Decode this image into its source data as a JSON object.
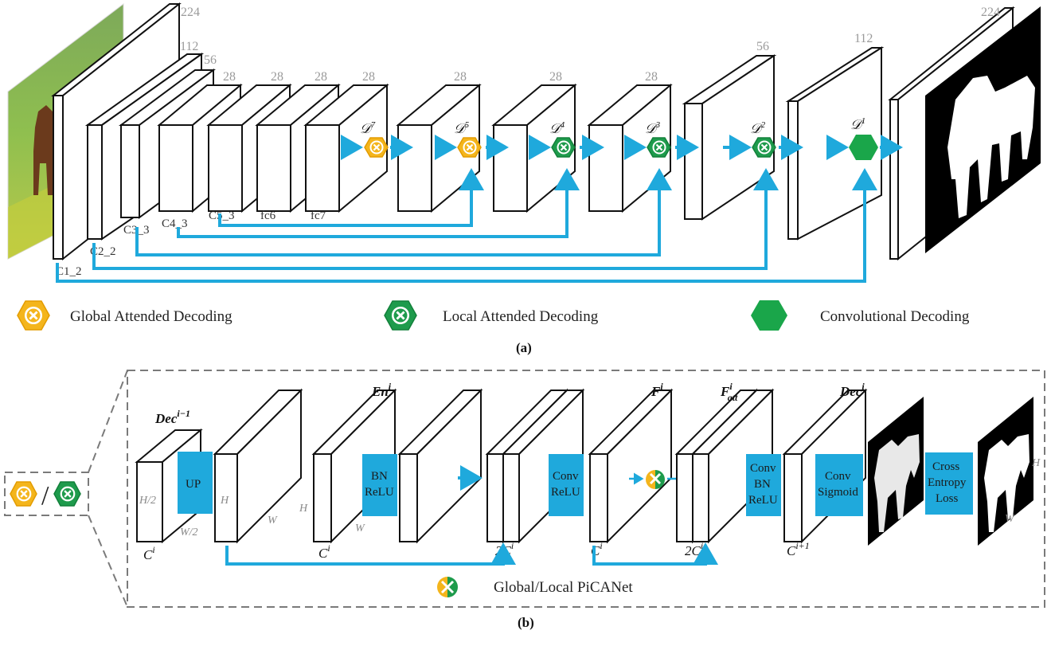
{
  "part_a": {
    "encoder_dims": [
      "224",
      "112",
      "56",
      "28",
      "28",
      "28",
      "28"
    ],
    "encoder_labels": [
      "C1_2",
      "C2_2",
      "C3_3",
      "C4_3",
      "C5_3",
      "fc6",
      "fc7"
    ],
    "decoder_dims": [
      "28",
      "28",
      "28",
      "56",
      "112",
      "224"
    ],
    "decoder_nodes": [
      "𝒟",
      "𝒟",
      "𝒟",
      "𝒟",
      "𝒟",
      "𝒟"
    ],
    "decoder_sups": [
      "7",
      "5",
      "4",
      "3",
      "2",
      "1"
    ],
    "legend": {
      "global": "Global Attended Decoding",
      "local": "Local Attended Decoding",
      "conv": "Convolutional Decoding"
    },
    "caption": "(a)"
  },
  "part_b": {
    "top_labels": {
      "dec_prev": "Dec",
      "dec_prev_sup": "i−1",
      "en": "En",
      "en_sup": "i",
      "f": "F",
      "f_sup": "i",
      "fatt": "F",
      "fatt_sup": "i",
      "fatt_sub": "att",
      "dec": "Dec",
      "dec_sup": "i"
    },
    "boxes": {
      "up": "UP",
      "bn1": "BN",
      "bn2": "ReLU",
      "conv1": "Conv",
      "conv2": "ReLU",
      "cbr1": "Conv",
      "cbr2": "BN",
      "cbr3": "ReLU",
      "cs1": "Conv",
      "cs2": "Sigmoid",
      "ce1": "Cross",
      "ce2": "Entropy",
      "ce3": "Loss"
    },
    "side_labels": {
      "h2": "H/2",
      "w2": "W/2",
      "h": "H",
      "w": "W"
    },
    "bottom_labels": {
      "c": "C",
      "c_sup": "i",
      "two_c": "2C",
      "c_next_sup": "i+1"
    },
    "separator": "/",
    "legend": "Global/Local PiCANet",
    "caption": "(b)"
  },
  "colors": {
    "blue": "#1fa9dc",
    "global_yellow": "#f4b51c",
    "local_green": "#1e9b4c",
    "conv_green": "#1aa64a"
  }
}
